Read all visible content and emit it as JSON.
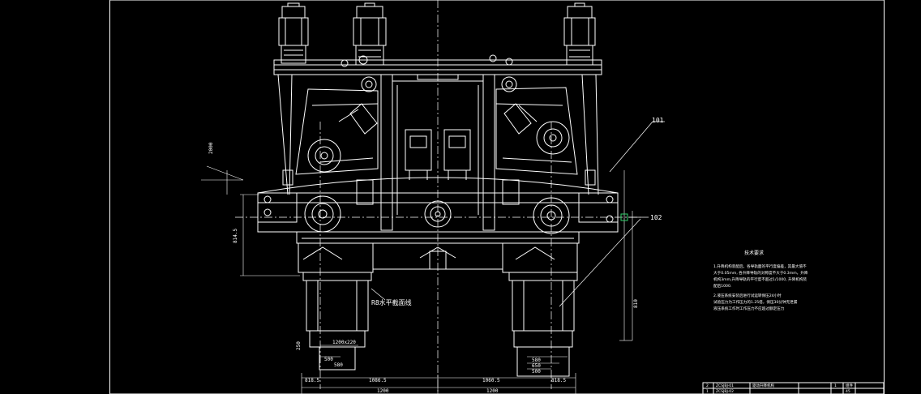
{
  "drawing": {
    "callouts": [
      "101",
      "102"
    ],
    "section_label": "R8水平截面线",
    "dims_top": [
      "1086.5",
      "1060.5"
    ],
    "dims_edge_left": "818.5",
    "dims_edge_right": "818.5",
    "dims_bottom": [
      "1200",
      "1200"
    ],
    "dims_height_left": "814.5",
    "dims_height_right": "810",
    "dims_leg_left": [
      "250",
      "580"
    ],
    "dims_leg_right": [
      "580",
      "650",
      "500"
    ],
    "dims_misc": [
      "2000",
      "500",
      "1200x220"
    ]
  },
  "notes": {
    "title": "技术要求",
    "lines": [
      "1.升降机构装配后，各导轨面的平行度偏差，其最大值不",
      "大于0.05mm, 各升降导轨的对称度不大于0.3mm，升降",
      "机构3mm,升降导轨的平行度不超过1/1000, 升降机构装",
      "配后1000.",
      "2.液压系统安装后进行试运转保压24小时",
      "试验压力为工作压力的1.25倍，保压30分钟无泄漏",
      "液压系统工作时工作压力不应超过额定压力"
    ]
  },
  "title_block": {
    "rows": [
      [
        "2",
        "ZCSJBJ-01",
        "驱动升降机构",
        "1",
        "组件"
      ],
      [
        "1",
        "ZCSJBJ-02",
        "",
        "",
        "45"
      ]
    ]
  }
}
